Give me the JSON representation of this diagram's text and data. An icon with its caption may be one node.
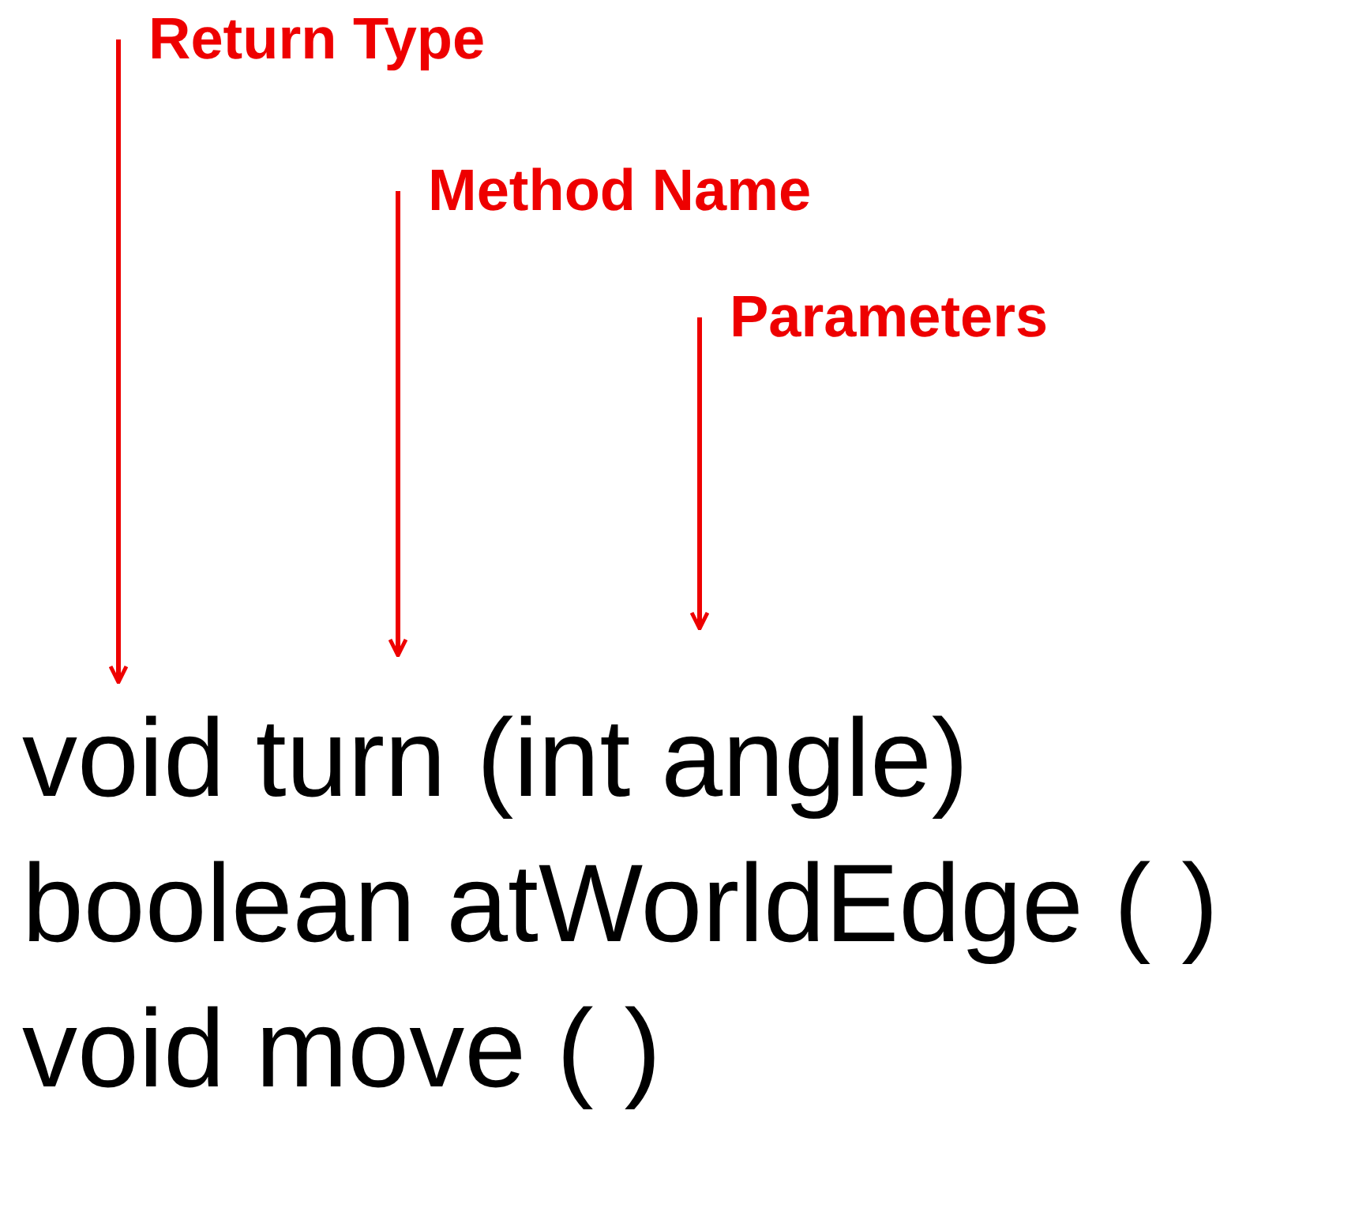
{
  "diagram": {
    "nodes": [
      {
        "text": [
          "Return Type"
        ]
      },
      {
        "text": [
          "Method Name"
        ]
      },
      {
        "text": [
          "Parameters"
        ]
      }
    ],
    "edges": [
      {
        "from": 0,
        "to": null,
        "arrow": "to"
      },
      {
        "from": 1,
        "to": null,
        "arrow": "to"
      },
      {
        "from": 2,
        "to": null,
        "arrow": "to"
      }
    ],
    "labels": [
      "void turn (int angle)",
      "boolean atWorldEdge ( )",
      "void move ( )"
    ]
  }
}
